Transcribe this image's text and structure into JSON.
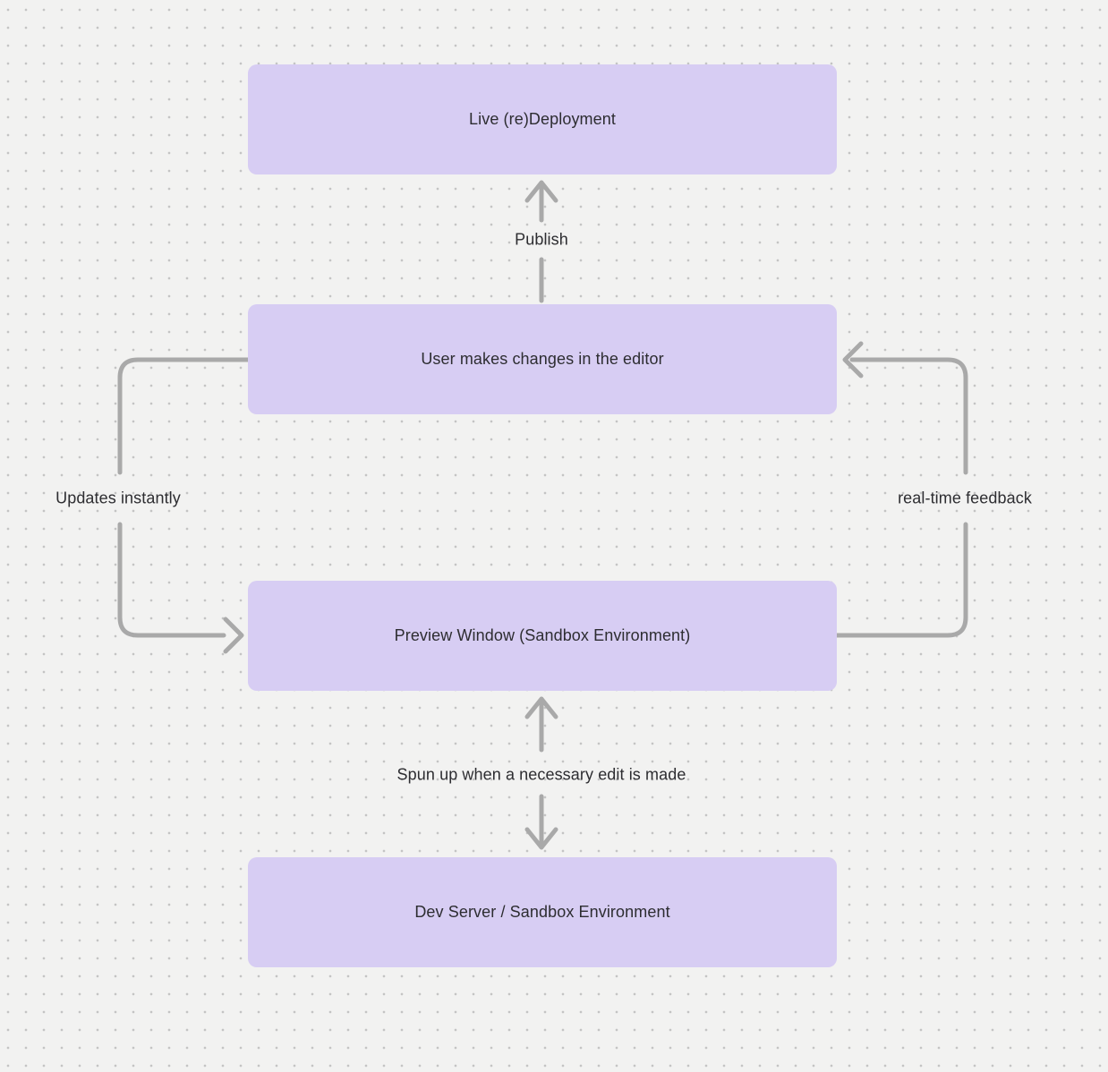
{
  "diagram": {
    "colors": {
      "background": "#f2f2f1",
      "dot": "#c4c4c4",
      "node_fill": "#d7cdf3",
      "connector": "#a9a9a9",
      "text": "#2d2d31"
    },
    "nodes": [
      {
        "id": "live-redeployment",
        "label": "Live (re)Deployment"
      },
      {
        "id": "user-editor",
        "label": "User makes changes in the editor"
      },
      {
        "id": "preview-window",
        "label": "Preview Window (Sandbox Environment)"
      },
      {
        "id": "dev-server",
        "label": "Dev Server / Sandbox Environment"
      }
    ],
    "edges": [
      {
        "label": "Publish",
        "from": "User makes changes in the editor",
        "to": "Live (re)Deployment",
        "direction": "up"
      },
      {
        "label": "Updates instantly",
        "from": "User makes changes in the editor",
        "to": "Preview Window (Sandbox Environment)",
        "direction": "down-left-loop"
      },
      {
        "label": "real-time feedback",
        "from": "Preview Window (Sandbox Environment)",
        "to": "User makes changes in the editor",
        "direction": "up-right-loop"
      },
      {
        "label": "Spun up when a necessary edit is made",
        "from": "Preview Window (Sandbox Environment)",
        "to": "Dev Server / Sandbox Environment",
        "direction": "both"
      }
    ]
  }
}
